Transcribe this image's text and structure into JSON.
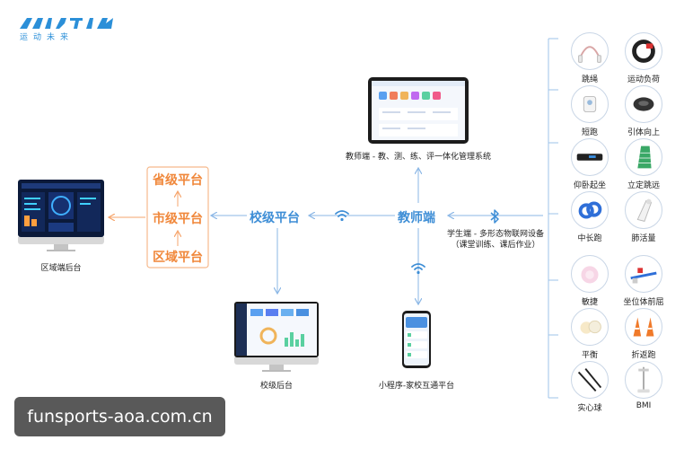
{
  "logo": {
    "subtitle": "运动未来"
  },
  "platforms": {
    "province": "省级平台",
    "city": "市级平台",
    "district": "区域平台",
    "school": "校级平台",
    "teacher": "教师端"
  },
  "captions": {
    "district_backend": "区域端后台",
    "school_backend": "校级后台",
    "teacher_system": "教师端 - 教、测、练、评一体化管理系统",
    "mini_program": "小程序-家校互通平台",
    "student_devices_line1": "学生端 - 多形态物联网设备",
    "student_devices_line2": "（课堂训练、课后作业）"
  },
  "devices": [
    {
      "label": "跳绳",
      "icon": "jump-rope-icon"
    },
    {
      "label": "运动负荷",
      "icon": "heart-rate-band-icon"
    },
    {
      "label": "短跑",
      "icon": "sprint-sensor-icon"
    },
    {
      "label": "引体向上",
      "icon": "pull-up-sensor-icon"
    },
    {
      "label": "仰卧起坐",
      "icon": "sit-up-mat-icon"
    },
    {
      "label": "立定跳远",
      "icon": "long-jump-mat-icon"
    },
    {
      "label": "中长跑",
      "icon": "wristband-icon"
    },
    {
      "label": "肺活量",
      "icon": "spirometer-icon"
    },
    {
      "label": "敏捷",
      "icon": "agility-sensor-icon"
    },
    {
      "label": "坐位体前屈",
      "icon": "sit-reach-icon"
    },
    {
      "label": "平衡",
      "icon": "balance-pad-icon"
    },
    {
      "label": "折返跑",
      "icon": "cone-icon"
    },
    {
      "label": "实心球",
      "icon": "throw-stick-icon"
    },
    {
      "label": "BMI",
      "icon": "height-scale-icon"
    }
  ],
  "watermark": "funsports-aoa.com.cn",
  "colors": {
    "blue": "#3e8ed6",
    "orange": "#f0873a",
    "line": "#9ec3ea",
    "orange_line": "#f6b98c"
  }
}
